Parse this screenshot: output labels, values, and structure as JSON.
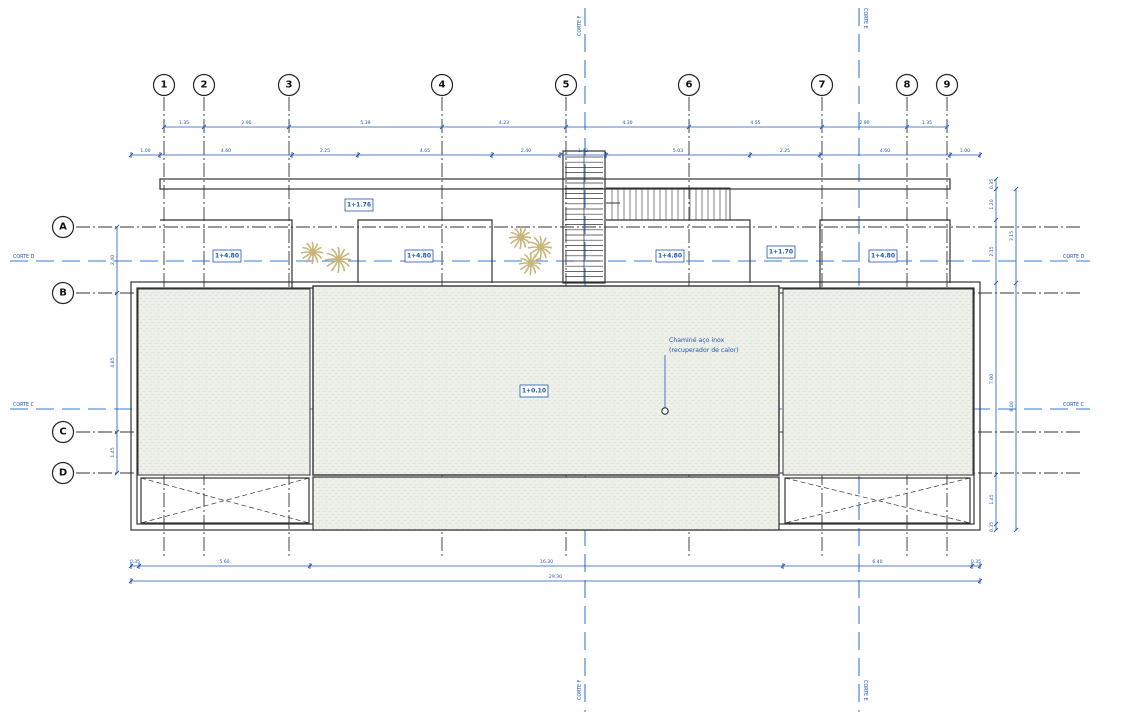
{
  "grid_columns": [
    {
      "label": "1"
    },
    {
      "label": "2"
    },
    {
      "label": "3"
    },
    {
      "label": "4"
    },
    {
      "label": "5"
    },
    {
      "label": "6"
    },
    {
      "label": "7"
    },
    {
      "label": "8"
    },
    {
      "label": "9"
    }
  ],
  "grid_rows": [
    {
      "label": "A"
    },
    {
      "label": "B"
    },
    {
      "label": "C"
    },
    {
      "label": "D"
    }
  ],
  "dimensions": {
    "axis_chain": [
      "1.35",
      "2.90",
      "5.39",
      "4.23",
      "4.30",
      "4.55",
      "2.90",
      "1.35"
    ],
    "upper_chain": [
      "1.00",
      "4.60",
      "2.25",
      "4.65",
      "2.40",
      "1.42",
      "5.03",
      "2.25",
      "4.60",
      "1.00"
    ],
    "lower_chain": [
      "0.35",
      "5.60",
      "16.30",
      "6.40",
      "0.35"
    ],
    "total": "29.30",
    "left_vertical": [
      "2.40",
      "4.85",
      "1.45"
    ],
    "right_vertical_inner": [
      "0.35",
      "1.20",
      "2.15",
      "7.00",
      "1.45",
      "0.35"
    ],
    "right_vertical_outer": [
      "3.15",
      "8.00"
    ]
  },
  "levels": [
    "1+1.76",
    "1+4.80",
    "1+4.80",
    "1+4.80",
    "1+1.70",
    "1+4.80",
    "1+0.10"
  ],
  "cuts": {
    "horizontal_d": "CORTE D",
    "horizontal_c": "CORTE C",
    "vertical_f": "CORTE F",
    "vertical_e": "CORTE E"
  },
  "annotation": {
    "line1": "Chaminé aço inox",
    "line2": "(recuperador de calor)"
  },
  "colors": {
    "dimension": "#1f56b3",
    "cut_line": "#3a7bd5",
    "grid": "#333333",
    "roof_fill": "#eef0ea",
    "plants": "#c8b57a"
  }
}
